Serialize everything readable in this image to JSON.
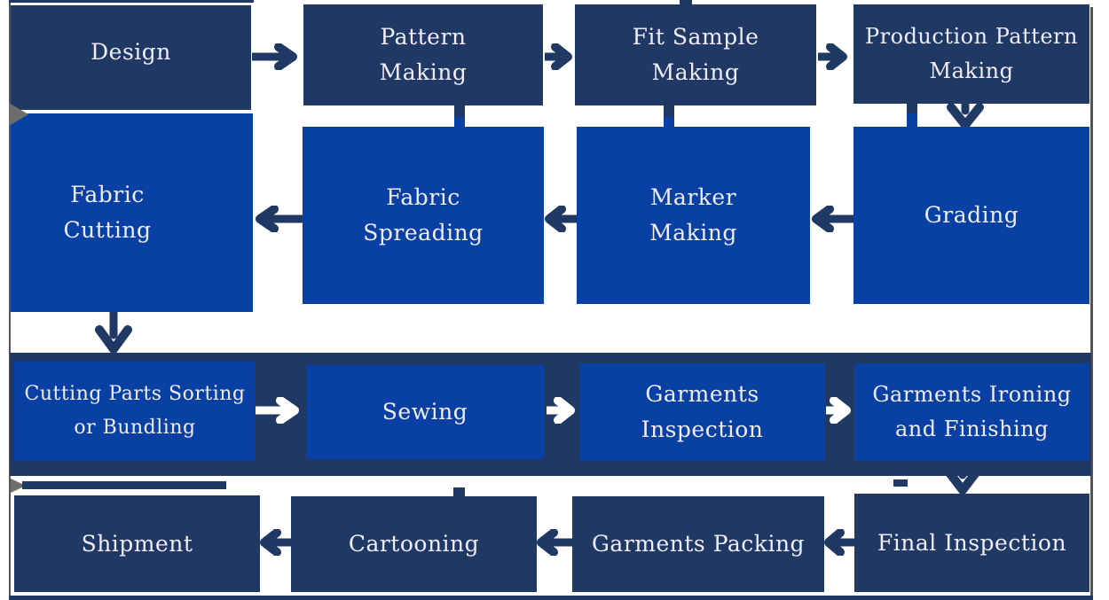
{
  "flowchart": {
    "rows": [
      {
        "name": "row-1",
        "nodes": [
          {
            "id": "design",
            "label": "Design",
            "lines": [
              "Design"
            ]
          },
          {
            "id": "pattern-making",
            "label": "Pattern Making",
            "lines": [
              "Pattern",
              "Making"
            ]
          },
          {
            "id": "fit-sample-making",
            "label": "Fit Sample Making",
            "lines": [
              "Fit Sample",
              "Making"
            ]
          },
          {
            "id": "production-pattern-making",
            "label": "Production Pattern Making",
            "lines": [
              "Production Pattern",
              "Making"
            ]
          }
        ]
      },
      {
        "name": "row-2",
        "nodes": [
          {
            "id": "fabric-cutting",
            "label": "Fabric Cutting",
            "lines": [
              "Fabric",
              "Cutting"
            ]
          },
          {
            "id": "fabric-spreading",
            "label": "Fabric Spreading",
            "lines": [
              "Fabric",
              "Spreading"
            ]
          },
          {
            "id": "marker-making",
            "label": "Marker Making",
            "lines": [
              "Marker",
              "Making"
            ]
          },
          {
            "id": "grading",
            "label": "Grading",
            "lines": [
              "Grading"
            ]
          }
        ]
      },
      {
        "name": "row-3",
        "nodes": [
          {
            "id": "cutting-parts-sorting",
            "label": "Cutting Parts Sorting or Bundling",
            "lines": [
              "Cutting Parts Sorting",
              "or Bundling"
            ]
          },
          {
            "id": "sewing",
            "label": "Sewing",
            "lines": [
              "Sewing"
            ]
          },
          {
            "id": "garments-inspection",
            "label": "Garments Inspection",
            "lines": [
              "Garments",
              "Inspection"
            ]
          },
          {
            "id": "garments-ironing",
            "label": "Garments Ironing and Finishing",
            "lines": [
              "Garments Ironing",
              "and Finishing"
            ]
          }
        ]
      },
      {
        "name": "row-4",
        "nodes": [
          {
            "id": "shipment",
            "label": "Shipment",
            "lines": [
              "Shipment"
            ]
          },
          {
            "id": "cartooning",
            "label": "Cartooning",
            "lines": [
              "Cartooning"
            ]
          },
          {
            "id": "garments-packing",
            "label": "Garments Packing",
            "lines": [
              "Garments Packing"
            ]
          },
          {
            "id": "final-inspection",
            "label": "Final Inspection",
            "lines": [
              "Final Inspection"
            ]
          }
        ]
      }
    ],
    "flow_order": [
      "Design",
      "Pattern Making",
      "Fit Sample Making",
      "Production Pattern Making",
      "Grading",
      "Marker Making",
      "Fabric Spreading",
      "Fabric Cutting",
      "Cutting Parts Sorting or Bundling",
      "Sewing",
      "Garments Inspection",
      "Garments Ironing and Finishing",
      "Final Inspection",
      "Garments Packing",
      "Cartooning",
      "Shipment"
    ],
    "connections": [
      {
        "from": "Design",
        "to": "Pattern Making",
        "direction": "right",
        "arrow_color": "#1F3864"
      },
      {
        "from": "Pattern Making",
        "to": "Fit Sample Making",
        "direction": "right",
        "arrow_color": "#1F3864"
      },
      {
        "from": "Fit Sample Making",
        "to": "Production Pattern Making",
        "direction": "right",
        "arrow_color": "#1F3864"
      },
      {
        "from": "Production Pattern Making",
        "to": "Grading",
        "direction": "down",
        "arrow_color": "#1F3864"
      },
      {
        "from": "Grading",
        "to": "Marker Making",
        "direction": "left",
        "arrow_color": "#1F3864"
      },
      {
        "from": "Marker Making",
        "to": "Fabric Spreading",
        "direction": "left",
        "arrow_color": "#1F3864"
      },
      {
        "from": "Fabric Spreading",
        "to": "Fabric Cutting",
        "direction": "left",
        "arrow_color": "#1F3864"
      },
      {
        "from": "Fabric Cutting",
        "to": "Cutting Parts Sorting or Bundling",
        "direction": "down",
        "arrow_color": "#1F3864"
      },
      {
        "from": "Cutting Parts Sorting or Bundling",
        "to": "Sewing",
        "direction": "right",
        "arrow_color": "#FFFFFF"
      },
      {
        "from": "Sewing",
        "to": "Garments Inspection",
        "direction": "right",
        "arrow_color": "#FFFFFF"
      },
      {
        "from": "Garments Inspection",
        "to": "Garments Ironing and Finishing",
        "direction": "right",
        "arrow_color": "#FFFFFF"
      },
      {
        "from": "Garments Ironing and Finishing",
        "to": "Final Inspection",
        "direction": "down",
        "arrow_color": "#1F3864"
      },
      {
        "from": "Final Inspection",
        "to": "Garments Packing",
        "direction": "left",
        "arrow_color": "#1F3864"
      },
      {
        "from": "Garments Packing",
        "to": "Cartooning",
        "direction": "left",
        "arrow_color": "#1F3864"
      },
      {
        "from": "Cartooning",
        "to": "Shipment",
        "direction": "left",
        "arrow_color": "#1F3864"
      }
    ],
    "colors": {
      "node_dark_navy": "#1F3864",
      "node_bright_blue": "#0841A3",
      "band_navy": "#1F3864",
      "arrow_navy": "#1F3864",
      "arrow_white": "#FFFFFF",
      "label_text": "#EFECF7",
      "accent_gray": "#6E6E6E",
      "frame_border": "#54545E"
    }
  }
}
